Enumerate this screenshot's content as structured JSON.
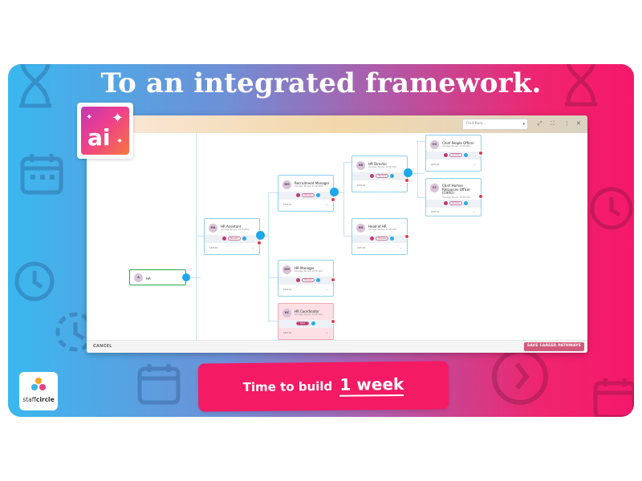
{
  "headline": "To an integrated framework.",
  "colors": {
    "gradient_left": "#3ab8ef",
    "gradient_right": "#f5186a",
    "cta": "#f41a64",
    "accent_node": "#1ea7ea",
    "save": "#d35a7d"
  },
  "app": {
    "find_placeholder": "Find Role...",
    "cancel_label": "CANCEL",
    "save_label": "SAVE CAREER PATHWAYS",
    "cards": [
      {
        "initials": "A",
        "title": "HA",
        "sub": ""
      },
      {
        "initials": "HA",
        "title": "HR Assistant",
        "sub": "Average Tenure: 24 Months",
        "salary": "$##-$$",
        "pill": "Review"
      },
      {
        "initials": "RM",
        "title": "Recruitment Manager",
        "sub": "Average Tenure: 24 Months",
        "salary": "$##-$$",
        "pill": "Review"
      },
      {
        "initials": "HM",
        "title": "HR Manager",
        "sub": "Average Tenure: 24 Months",
        "salary": "$##-$$",
        "pill": "Review"
      },
      {
        "initials": "HC",
        "title": "HR Coordinator",
        "sub": "Average Tenure: 24 Months",
        "salary": "$##-$$",
        "pill": "Next"
      },
      {
        "initials": "HD",
        "title": "HR Director",
        "sub": "Average Tenure: 24 Months",
        "salary": "$##-$$",
        "pill": "Review"
      },
      {
        "initials": "HH",
        "title": "Head of HR",
        "sub": "Average Tenure: 24 Months",
        "salary": "$##-$$",
        "pill": "Review"
      },
      {
        "initials": "CO",
        "title": "Chief People Officer",
        "sub": "Average Tenure: 24 Months",
        "salary": "$##-$$",
        "pill": "Review"
      },
      {
        "initials": "CC",
        "title": "Chief Human Resources Officer (CHRO)",
        "sub": "Average Tenure: 24 Months",
        "salary": "$##-$$",
        "pill": "Review"
      }
    ]
  },
  "ai_badge": "ai",
  "logo": {
    "name_prefix": "staff",
    "name_suffix": "circle"
  },
  "cta": {
    "prefix": "Time to build",
    "value": "1 week"
  },
  "icons": [
    "hourglass-icon",
    "calendar-icon",
    "clock-icon",
    "refresh-clock-icon",
    "expand-icon",
    "collapse-icon",
    "more-vertical-icon",
    "close-icon",
    "sparkle-icon"
  ]
}
